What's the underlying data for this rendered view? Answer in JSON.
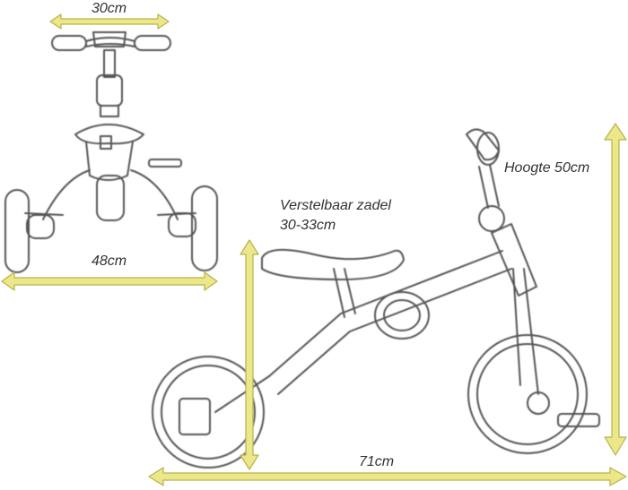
{
  "labels": {
    "top_width": "30cm",
    "front_width": "48cm",
    "saddle_line1": "Verstelbaar zadel",
    "saddle_line2": "30-33cm",
    "height": "Hoogte 50cm",
    "length": "71cm"
  },
  "colors": {
    "arrow": "#ece88a",
    "arrow_stroke": "#b7b24a",
    "sketch": "#555555",
    "text": "#333333"
  }
}
